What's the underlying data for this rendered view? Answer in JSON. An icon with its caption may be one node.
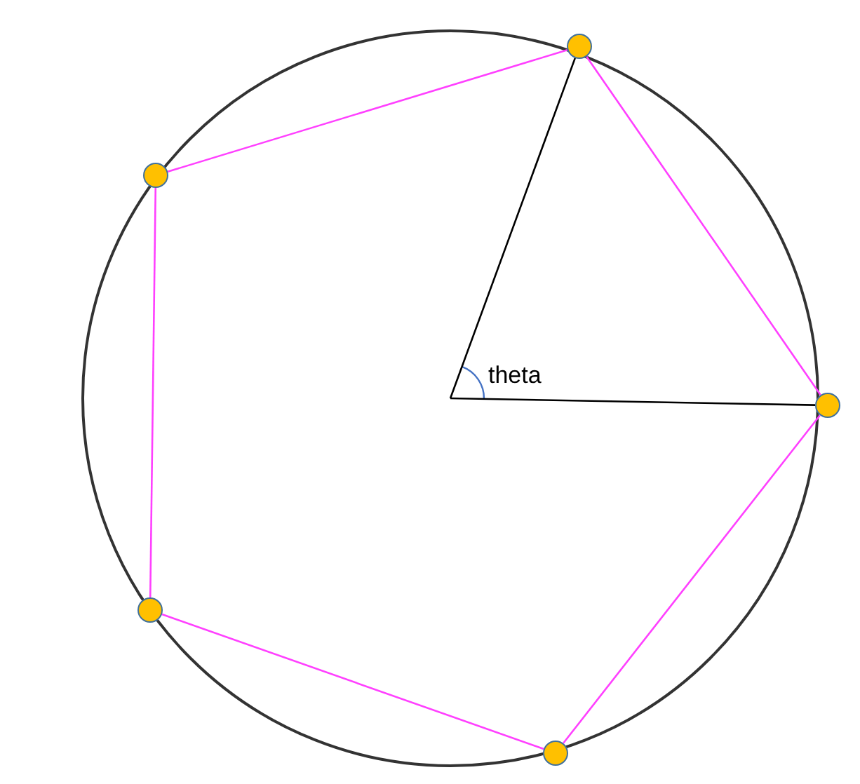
{
  "diagram": {
    "nodes": [
      {
        "text": [],
        "shape": "circle"
      },
      {
        "text": [],
        "shape": "circle"
      },
      {
        "text": [],
        "shape": "circle"
      },
      {
        "text": [],
        "shape": "circle"
      },
      {
        "text": [],
        "shape": "circle"
      }
    ],
    "edges": [
      {
        "from": 0,
        "to": 1,
        "arrow": "none"
      },
      {
        "from": 1,
        "to": 3,
        "arrow": "none"
      },
      {
        "from": 3,
        "to": 4,
        "arrow": "none"
      },
      {
        "from": 4,
        "to": 2,
        "arrow": "none"
      },
      {
        "from": 2,
        "to": 0,
        "arrow": "none"
      },
      {
        "from": null,
        "to": 0,
        "arrow": "none",
        "color": "#000000"
      },
      {
        "from": null,
        "to": 2,
        "arrow": "none",
        "color": "#000000"
      }
    ],
    "labels": [
      "theta"
    ]
  }
}
